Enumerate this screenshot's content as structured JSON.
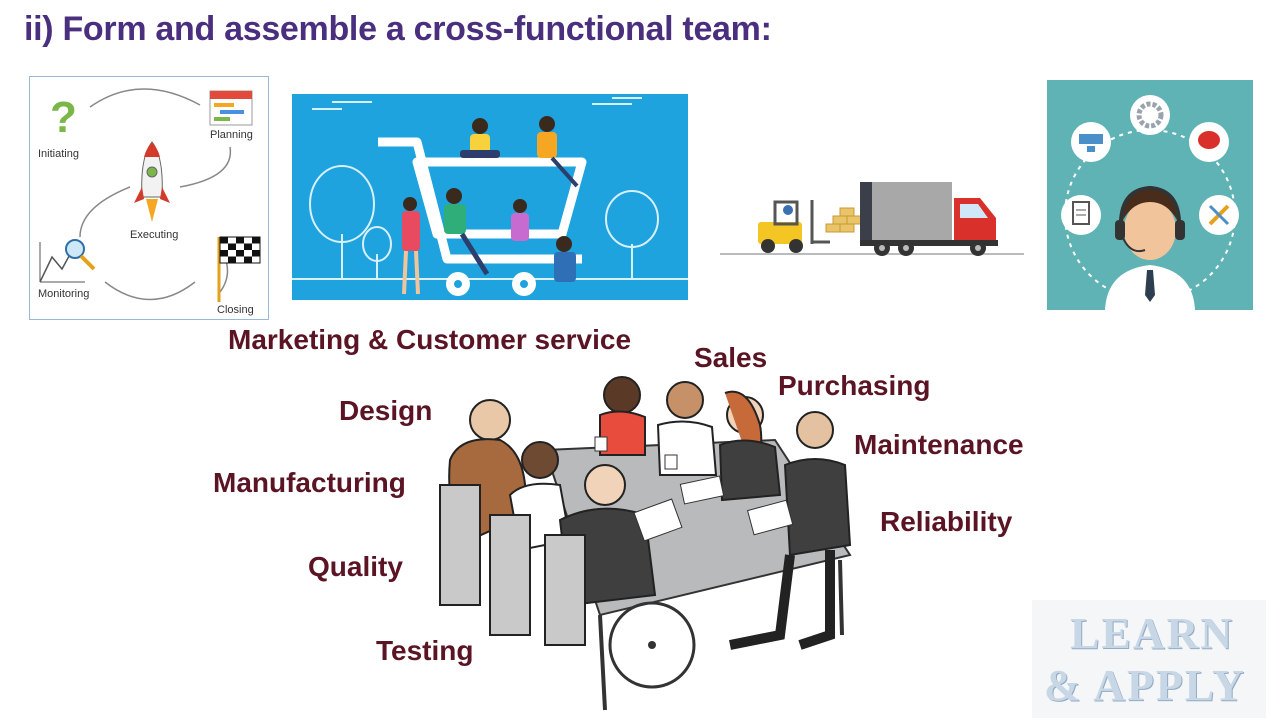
{
  "title": "ii) Form and assemble a cross-functional team:",
  "project_cycle": {
    "labels": [
      "Initiating",
      "Planning",
      "Executing",
      "Monitoring",
      "Closing"
    ]
  },
  "departments": [
    "Marketing & Customer service",
    "Sales",
    "Purchasing",
    "Design",
    "Maintenance",
    "Manufacturing",
    "Reliability",
    "Quality",
    "Testing"
  ],
  "logo": {
    "line1": "LEARN",
    "line2": "& APPLY"
  },
  "colors": {
    "title": "#4b2f7f",
    "department_text": "#5a1424",
    "shopping_bg": "#1ea3df",
    "support_bg": "#5fb3b5"
  }
}
